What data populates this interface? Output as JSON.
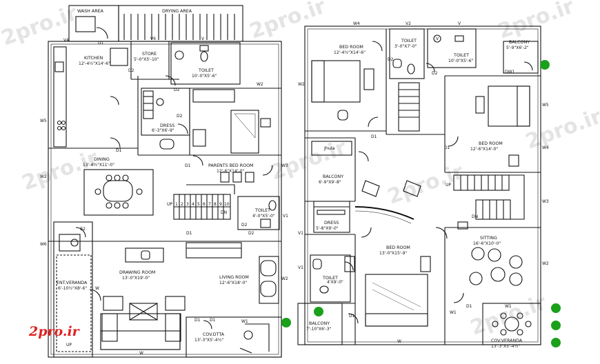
{
  "watermark": "2pro.ir",
  "brand": "2pro.ir",
  "colors": {
    "wall": "#111111",
    "brand": "#e0201f",
    "plant": "#1aa01a",
    "watermark": "#e4e4e4"
  },
  "left_plan": {
    "rooms": [
      {
        "key": "wash",
        "name": "WASH AREA",
        "dim": ""
      },
      {
        "key": "drying",
        "name": "DRYING AREA",
        "dim": ""
      },
      {
        "key": "kitchen",
        "name": "KITCHEN",
        "dim": "12'-4½\"X14'-6\""
      },
      {
        "key": "store",
        "name": "STORE",
        "dim": "5'-0\"X5'-10\""
      },
      {
        "key": "toilet",
        "name": "TOILET",
        "dim": "10'-0\"X5'-6\""
      },
      {
        "key": "dress",
        "name": "DRESS",
        "dim": "6'-3\"X6'-9\""
      },
      {
        "key": "dining",
        "name": "DINING",
        "dim": "13'-4½\"X11'-0\""
      },
      {
        "key": "parents",
        "name": "PARENTS BED ROOM",
        "dim": "12'-6\"X14'-0\""
      },
      {
        "key": "toilet2",
        "name": "TOILET",
        "dim": "4'-0\"X5'-0\""
      },
      {
        "key": "drawing",
        "name": "DRAWING ROOM",
        "dim": "13'-0\"X19'-0\""
      },
      {
        "key": "living",
        "name": "LIVING ROOM",
        "dim": "12'-6\"X18'-0\""
      },
      {
        "key": "entveranda",
        "name": "ENT.VERANDA",
        "dim": "6'-10½\"X8'-6\""
      },
      {
        "key": "covdtta",
        "name": "COV.DTTA",
        "dim": "13'-3\"X5'-4½\""
      }
    ],
    "tags": {
      "v4": "V4",
      "d1": "D1",
      "v6": "V6",
      "v": "V",
      "d2": "D2",
      "w2": "W2",
      "w5": "W5",
      "w3": "W3",
      "v1": "V1",
      "w6": "W6",
      "b2": "B2",
      "w": "W",
      "w1": "W1",
      "up": "UP",
      "dn": "DN"
    },
    "stair_numbers": [
      "1",
      "2",
      "3",
      "4",
      "5",
      "6",
      "7",
      "8",
      "9",
      "10"
    ]
  },
  "right_plan": {
    "rooms": [
      {
        "key": "bed1",
        "name": "BED ROOM",
        "dim": "12'-4½\"X14'-6\""
      },
      {
        "key": "toilet_a",
        "name": "TOILET",
        "dim": "3'-0\"X7'-0\""
      },
      {
        "key": "toilet_b",
        "name": "TOILET",
        "dim": "10'-0\"X5'-6\""
      },
      {
        "key": "balcony1",
        "name": "BALCONY",
        "dim": "5'-9\"X6'-2\""
      },
      {
        "key": "bed2",
        "name": "BED ROOM",
        "dim": "12'-6\"X14'-0\""
      },
      {
        "key": "jhula",
        "name": "Jhula",
        "dim": ""
      },
      {
        "key": "balcony2",
        "name": "BALCONY",
        "dim": "6'-9\"X9'-8\""
      },
      {
        "key": "dress2",
        "name": "DRESS",
        "dim": "5'-8\"X9'-0\""
      },
      {
        "key": "bed3",
        "name": "BED ROOM",
        "dim": "13'-0\"X15'-9\""
      },
      {
        "key": "sitting",
        "name": "SITTING",
        "dim": "16'-6\"X10'-0\""
      },
      {
        "key": "toilet_c",
        "name": "TOILET",
        "dim": "4'X9'-0\""
      },
      {
        "key": "balcony3",
        "name": "BALCONY",
        "dim": "7'-10\"X6'-3\""
      },
      {
        "key": "covveranda",
        "name": "COV.VERANDA",
        "dim": "13'-3\"X5'-4½\""
      }
    ],
    "tags": {
      "w4": "W4",
      "v2": "V2",
      "v": "V",
      "dw1": "DW1",
      "w2": "W2",
      "d1": "D1",
      "d2": "D2",
      "w5": "W5",
      "w4b": "W4",
      "w3": "W3",
      "v1": "V1",
      "w": "W",
      "w1": "W1",
      "up": "UP",
      "dn": "DN"
    }
  }
}
